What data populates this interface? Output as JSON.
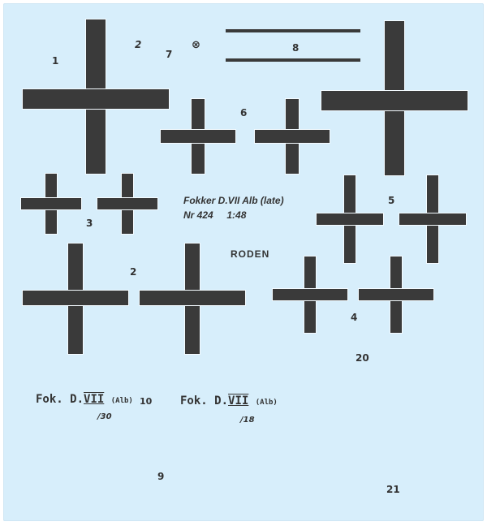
{
  "sheet_title": "Fokker D.VII Alb (late)",
  "kit_info": "Nr 424     1:48",
  "brand": "RODEN",
  "labels": {
    "n1": "1",
    "n2_small": "2",
    "n7": "7",
    "n8": "8",
    "n6": "6",
    "n5": "5",
    "n3": "3",
    "n2": "2",
    "n4": "4",
    "n20": "20",
    "n10": "10",
    "n9": "9",
    "n21": "21"
  },
  "stencils": {
    "left_main": "Fok. D.",
    "left_roman": "VII",
    "left_small": "(Alb)",
    "left_sub": "/30",
    "right_main": "Fok. D.",
    "right_roman": "VII",
    "right_small": "(Alb)",
    "right_sub": "/18"
  },
  "colors": {
    "sheet": "#d7eefb",
    "ink": "#3a3a3a"
  }
}
